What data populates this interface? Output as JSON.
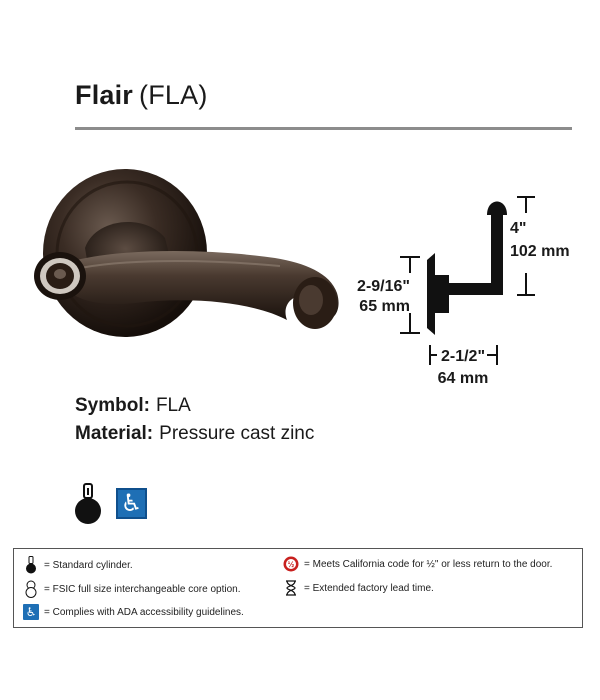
{
  "header": {
    "name": "Flair",
    "code": "(FLA)"
  },
  "dimensions": {
    "rose_height_in": "2-9/16\"",
    "rose_height_mm": "65 mm",
    "lever_height_in": "4\"",
    "lever_height_mm": "102 mm",
    "projection_in": "2-1/2\"",
    "projection_mm": "64 mm"
  },
  "specs": {
    "symbol_label": "Symbol:",
    "symbol_value": "FLA",
    "material_label": "Material:",
    "material_value": "Pressure cast zinc"
  },
  "features": [
    "standard-cylinder-icon",
    "ada-icon"
  ],
  "legend": {
    "standard_cylinder": "= Standard cylinder.",
    "fsic": "= FSIC full size interchangeable core option.",
    "ada": "= Complies with ADA accessibility guidelines.",
    "california": "= Meets California code for ½\" or less return to the door.",
    "lead_time": "= Extended factory lead time."
  },
  "colors": {
    "finish": "#2b1f19",
    "ada_blue": "#1e6fb5",
    "rule": "#8c8c8c"
  }
}
